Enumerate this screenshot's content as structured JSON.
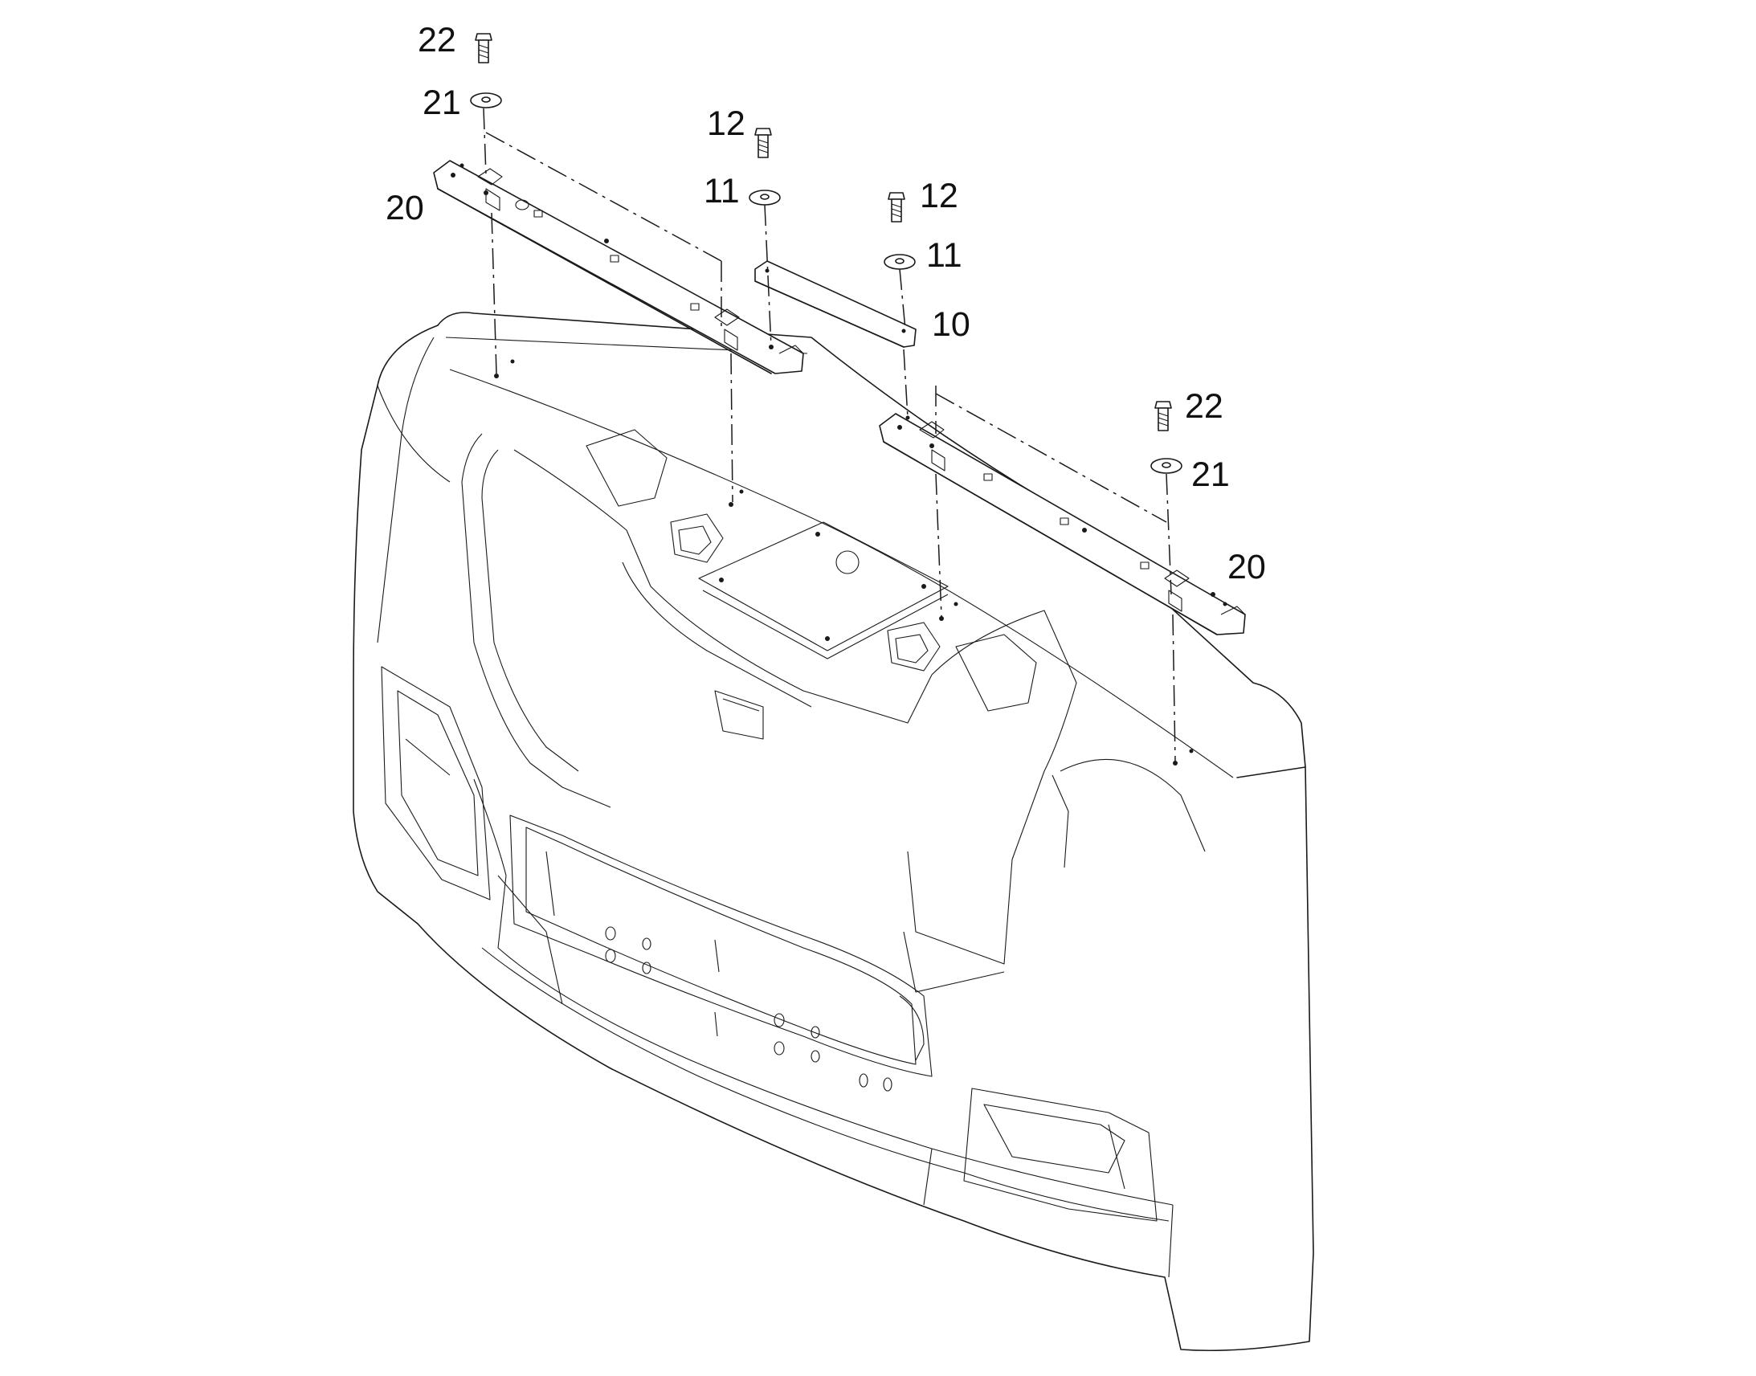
{
  "callouts": {
    "bolt_left": "22",
    "washer_left": "21",
    "bracket_left": "20",
    "bolt_center_left": "12",
    "washer_center_left": "11",
    "bolt_center_right": "12",
    "washer_center_right": "11",
    "center_plate": "10",
    "bolt_right": "22",
    "washer_right": "21",
    "bracket_right": "20"
  }
}
